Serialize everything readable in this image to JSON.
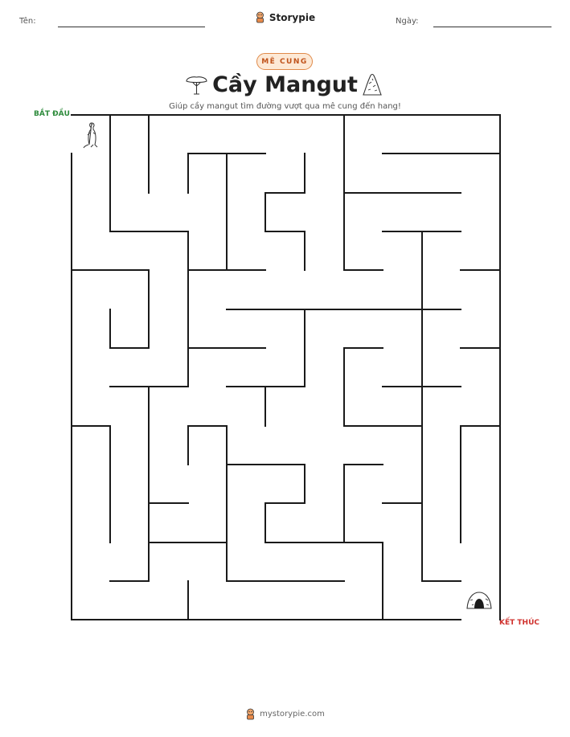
{
  "header": {
    "name_label": "Tên:",
    "date_label": "Ngày:",
    "brand": "Storypie"
  },
  "badge": "MÊ CUNG",
  "title": "Cầy Mangut",
  "subtitle": "Giúp cầy mangut tìm đường vượt qua mê cung đến hang!",
  "maze": {
    "start_label": "BẮT ĐẦU",
    "end_label": "KẾT THÚC"
  },
  "footer": {
    "url": "mystorypie.com"
  },
  "icons": [
    "tree-icon",
    "termite-mound-icon",
    "meerkat-icon",
    "burrow-icon",
    "storypie-logo-icon"
  ],
  "colors": {
    "badge_bg": "#fde9d6",
    "badge_text": "#c0531b",
    "start": "#2e8b3c",
    "end": "#d0312d"
  }
}
